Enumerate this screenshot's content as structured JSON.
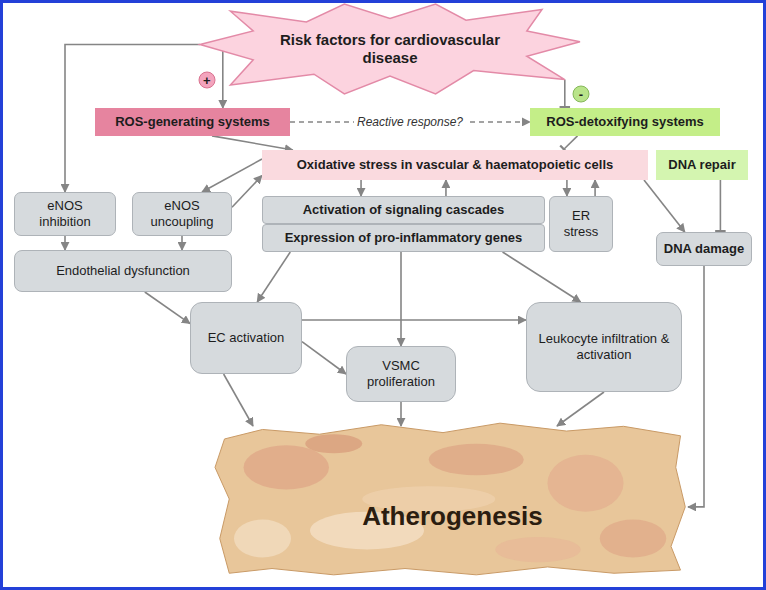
{
  "diagram": {
    "nodes": [
      {
        "text": [
          "Risk factors for cardiovascular disease"
        ]
      },
      {
        "text": [
          "ROS-generating systems"
        ]
      },
      {
        "text": [
          "ROS-detoxifying systems"
        ]
      },
      {
        "text": [
          "Oxidative stress in vascular & haematopoietic cells"
        ]
      },
      {
        "text": [
          "DNA repair"
        ]
      },
      {
        "text": [
          "eNOS inhibition"
        ]
      },
      {
        "text": [
          "eNOS uncoupling"
        ]
      },
      {
        "text": [
          "Activation of signaling cascades"
        ]
      },
      {
        "text": [
          "Expression of pro-inflammatory genes"
        ]
      },
      {
        "text": [
          "ER stress"
        ]
      },
      {
        "text": [
          "DNA damage"
        ]
      },
      {
        "text": [
          "Endothelial dysfunction"
        ]
      },
      {
        "text": [
          "EC activation"
        ]
      },
      {
        "text": [
          "VSMC proliferation"
        ]
      },
      {
        "text": [
          "Leukocyte infiltration & activation"
        ]
      },
      {
        "text": [
          "Atherogenesis"
        ]
      }
    ],
    "edges": [
      {
        "from": 0,
        "to": 1,
        "label": "+",
        "arrow": "to"
      },
      {
        "from": 0,
        "to": 2,
        "label": "-",
        "arrow": "to"
      },
      {
        "from": 0,
        "to": 5,
        "arrow": "to"
      },
      {
        "from": 1,
        "to": 2,
        "label": "Reactive response?",
        "arrow": "to"
      },
      {
        "from": 1,
        "to": 3,
        "arrow": "to"
      },
      {
        "from": 2,
        "to": 3,
        "arrow": "to"
      },
      {
        "from": 3,
        "to": 6,
        "arrow": "to"
      },
      {
        "from": 6,
        "to": 3,
        "arrow": "to"
      },
      {
        "from": 3,
        "to": 7,
        "arrow": "to"
      },
      {
        "from": 7,
        "to": 3,
        "arrow": "to"
      },
      {
        "from": 3,
        "to": 9,
        "arrow": "to"
      },
      {
        "from": 9,
        "to": 3,
        "arrow": "to"
      },
      {
        "from": 3,
        "to": 10,
        "arrow": "to"
      },
      {
        "from": 4,
        "to": 10,
        "arrow": "to"
      },
      {
        "from": 5,
        "to": 11,
        "arrow": "to"
      },
      {
        "from": 6,
        "to": 11,
        "arrow": "to"
      },
      {
        "from": 11,
        "to": 12,
        "arrow": "to"
      },
      {
        "from": 8,
        "to": 12,
        "arrow": "to"
      },
      {
        "from": 8,
        "to": 13,
        "arrow": "to"
      },
      {
        "from": 8,
        "to": 14,
        "arrow": "to"
      },
      {
        "from": 12,
        "to": 14,
        "arrow": "to"
      },
      {
        "from": 12,
        "to": 13,
        "arrow": "to"
      },
      {
        "from": 12,
        "to": 15,
        "arrow": "to"
      },
      {
        "from": 13,
        "to": 15,
        "arrow": "to"
      },
      {
        "from": 14,
        "to": 15,
        "arrow": "to"
      },
      {
        "from": 10,
        "to": 15,
        "arrow": "to"
      }
    ]
  }
}
